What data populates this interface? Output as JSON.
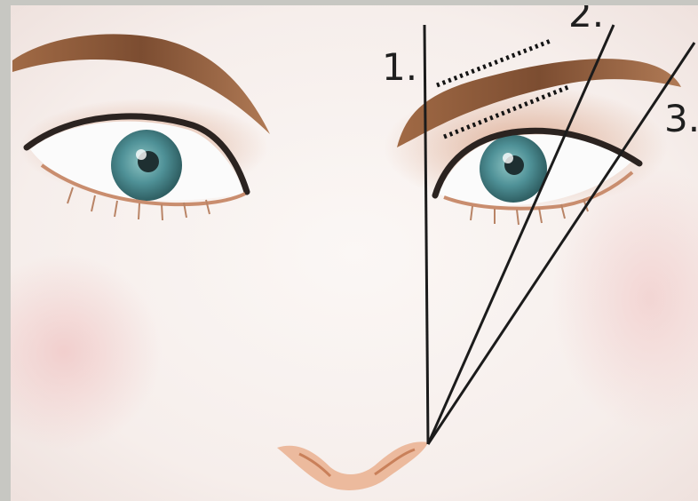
{
  "diagram": {
    "labels": [
      {
        "id": "line-1",
        "text": "1."
      },
      {
        "id": "line-2",
        "text": "2."
      },
      {
        "id": "line-3",
        "text": "3."
      }
    ]
  },
  "colors": {
    "background": "#c7c7c2",
    "skin": "#f7f1ee",
    "brow": "#8a5a3a",
    "iris": "#4d8f95",
    "guide_line": "#1b1b1b",
    "dotted_line": "#141414",
    "blush": "#f2c9c7",
    "nose": "#e0a07c"
  }
}
